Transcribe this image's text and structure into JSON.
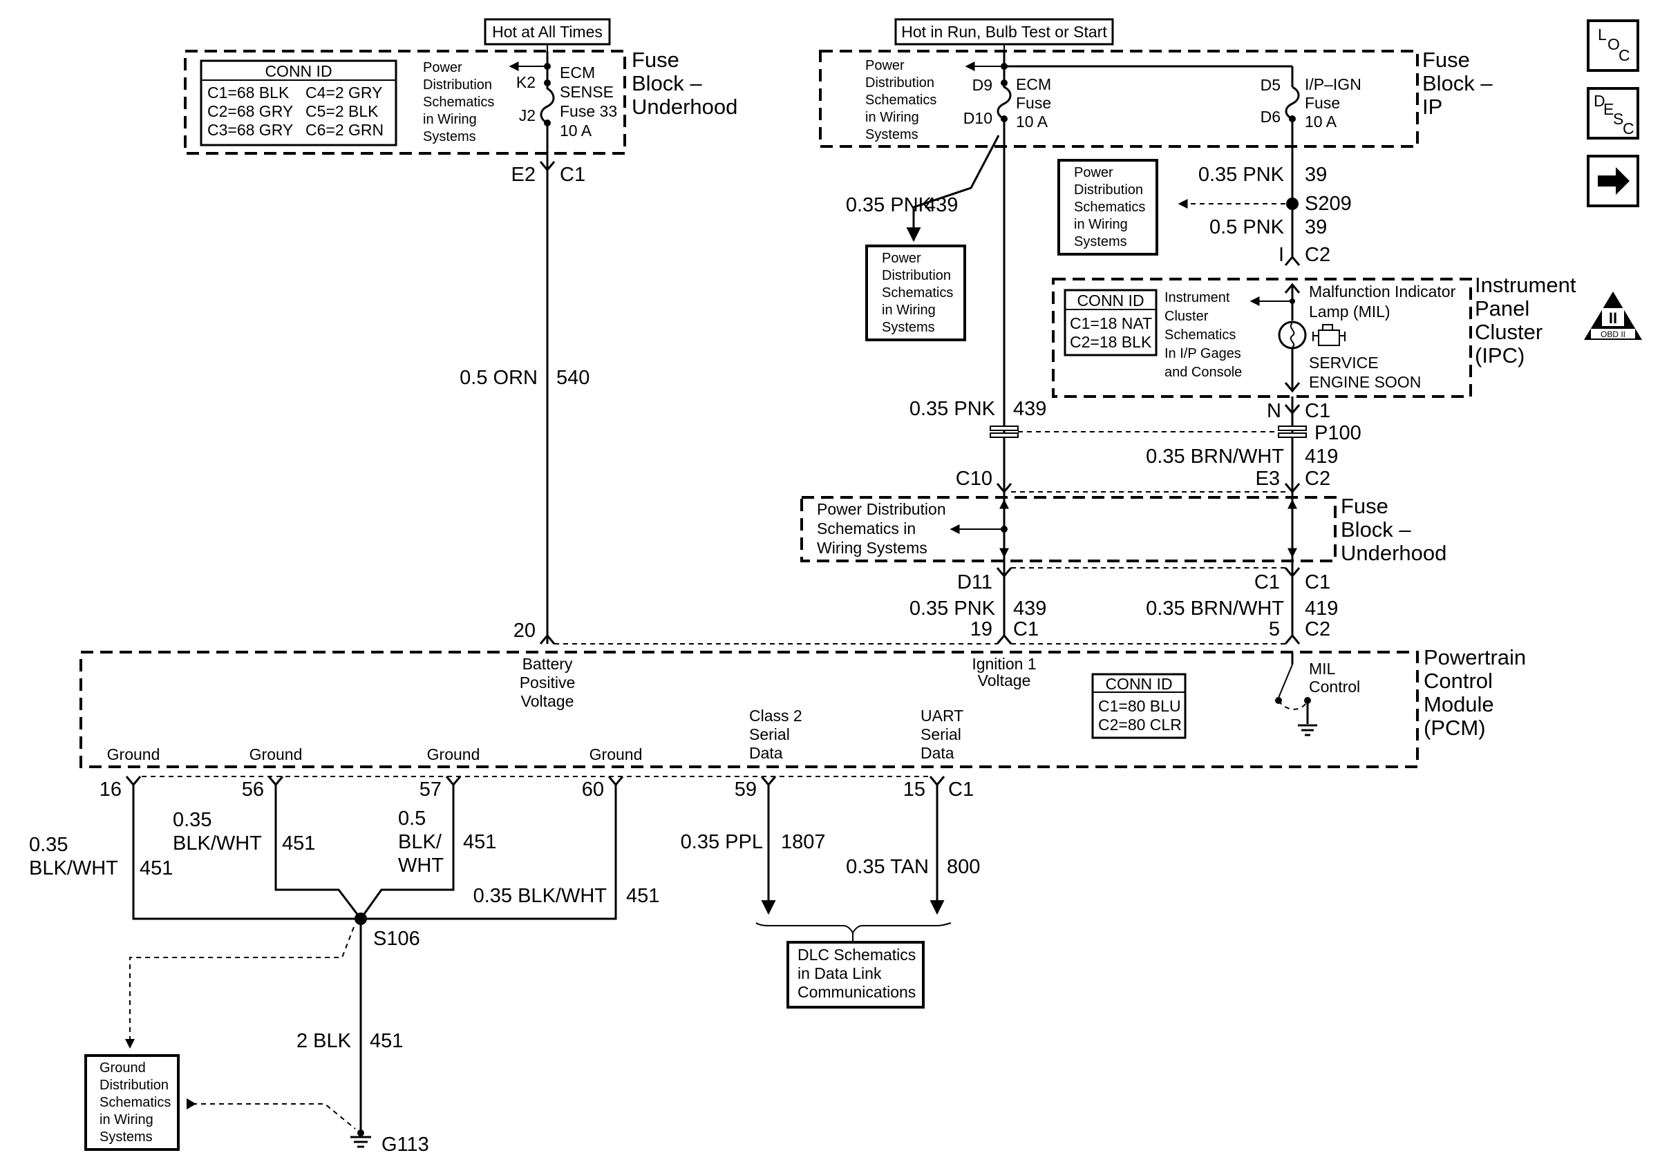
{
  "headers": {
    "hot_all_times": "Hot at All Times",
    "hot_run": "Hot in Run, Bulb Test or Start"
  },
  "fuse_block_underhood_top": {
    "title_lines": [
      "Fuse",
      "Block –",
      "Underhood"
    ],
    "conn_id_title": "CONN ID",
    "conn_rows": [
      [
        "C1=68 BLK",
        "C4=2 GRY"
      ],
      [
        "C2=68 GRY",
        "C5=2 BLK"
      ],
      [
        "C3=68 GRY",
        "C6=2 GRN"
      ]
    ],
    "ref_lines": [
      "Power",
      "Distribution",
      "Schematics",
      "in Wiring",
      "Systems"
    ],
    "pin_in": "K2",
    "pin_out": "J2",
    "fuse_lines": [
      "ECM",
      "SENSE",
      "Fuse 33",
      "10 A"
    ]
  },
  "fuse_block_ip": {
    "title_lines": [
      "Fuse",
      "Block –",
      "IP"
    ],
    "ref_lines": [
      "Power",
      "Distribution",
      "Schematics",
      "in Wiring",
      "Systems"
    ],
    "ecm_pin_in": "D9",
    "ecm_pin_out": "D10",
    "ecm_fuse_lines": [
      "ECM",
      "Fuse",
      "10 A"
    ],
    "ign_pin_in": "D5",
    "ign_pin_out": "D6",
    "ign_fuse_lines": [
      "I/P–IGN",
      "Fuse",
      "10 A"
    ]
  },
  "splice_s209": {
    "name": "S209",
    "wire_in": "0.35 PNK",
    "circuit_in": "39",
    "wire_out": "0.5 PNK",
    "circuit_out": "39",
    "ref_lines": [
      "Power",
      "Distribution",
      "Schematics",
      "in Wiring",
      "Systems"
    ]
  },
  "ecm_branch": {
    "wire": "0.35 PNK",
    "circuit": "439",
    "ref_lines": [
      "Power",
      "Distribution",
      "Schematics",
      "in Wiring",
      "Systems"
    ]
  },
  "ipc": {
    "title_lines": [
      "Instrument",
      "Panel",
      "Cluster",
      "(IPC)"
    ],
    "conn_in_letter": "I",
    "conn_in": "C2",
    "conn_id_title": "CONN ID",
    "conn_rows": [
      "C1=18 NAT",
      "C2=18 BLK"
    ],
    "ref_lines": [
      "Instrument",
      "Cluster",
      "Schematics",
      "In I/P Gages",
      "and Console"
    ],
    "mil_lines": [
      "Malfunction Indicator",
      "Lamp (MIL)"
    ],
    "ses_lines": [
      "SERVICE",
      "ENGINE SOON"
    ],
    "conn_out_letter": "N",
    "conn_out": "C1"
  },
  "batt_wire": {
    "pin_top": "E2",
    "conn_top": "C1",
    "wire": "0.5 ORN",
    "circuit": "540",
    "pin_pcm": "20"
  },
  "mid_wires": {
    "left_wire": "0.35 PNK",
    "left_circuit": "439",
    "p100": "P100",
    "right_wire": "0.35 BRN/WHT",
    "right_circuit": "419",
    "c10": "C10",
    "e3": "E3",
    "c2": "C2"
  },
  "fuse_block_underhood_mid": {
    "title_lines": [
      "Fuse",
      "Block –",
      "Underhood"
    ],
    "ref_lines": [
      "Power Distribution",
      "Schematics in",
      "Wiring Systems"
    ],
    "pin_left": "D11",
    "pin_right": "C1",
    "conn_right": "C1"
  },
  "pcm_feed": {
    "left_wire": "0.35 PNK",
    "left_circuit": "439",
    "left_pin": "19",
    "left_conn": "C1",
    "right_wire": "0.35 BRN/WHT",
    "right_circuit": "419",
    "right_pin": "5",
    "right_conn": "C2"
  },
  "pcm": {
    "title_lines": [
      "Powertrain",
      "Control",
      "Module",
      "(PCM)"
    ],
    "batt_lines": [
      "Battery",
      "Positive",
      "Voltage"
    ],
    "ign_lines": [
      "Ignition 1",
      "Voltage"
    ],
    "mil_lines": [
      "MIL",
      "Control"
    ],
    "conn_id_title": "CONN ID",
    "conn_rows": [
      "C1=80 BLU",
      "C2=80 CLR"
    ],
    "ground_label": "Ground",
    "class2_lines": [
      "Class 2",
      "Serial",
      "Data"
    ],
    "uart_lines": [
      "UART",
      "Serial",
      "Data"
    ]
  },
  "grounds": {
    "pins": [
      "16",
      "56",
      "57",
      "60"
    ],
    "w16_lines": [
      "0.35",
      "BLK/WHT"
    ],
    "w16_circuit": "451",
    "w56_lines": [
      "0.35",
      "BLK/WHT"
    ],
    "w56_circuit": "451",
    "w57_lines": [
      "0.5",
      "BLK/",
      "WHT"
    ],
    "w57_circuit": "451",
    "w60_wire": "0.35 BLK/WHT",
    "w60_circuit": "451",
    "splice": "S106",
    "main_wire": "2 BLK",
    "main_circuit": "451",
    "ground": "G113",
    "ref_lines": [
      "Ground",
      "Distribution",
      "Schematics",
      "in Wiring",
      "Systems"
    ]
  },
  "data_lines": {
    "class2_pin": "59",
    "class2_wire": "0.35 PPL",
    "class2_circuit": "1807",
    "uart_pin": "15",
    "uart_conn": "C1",
    "uart_wire": "0.35 TAN",
    "uart_circuit": "800",
    "ref_lines": [
      "DLC Schematics",
      "in Data Link",
      "Communications"
    ]
  },
  "side_icons": {
    "loc": [
      "L",
      "O",
      "C"
    ],
    "desc": [
      "D",
      "E",
      "S",
      "C"
    ],
    "arrow": "right-arrow-icon",
    "obd_main": "II",
    "obd_sub": "OBD II"
  }
}
